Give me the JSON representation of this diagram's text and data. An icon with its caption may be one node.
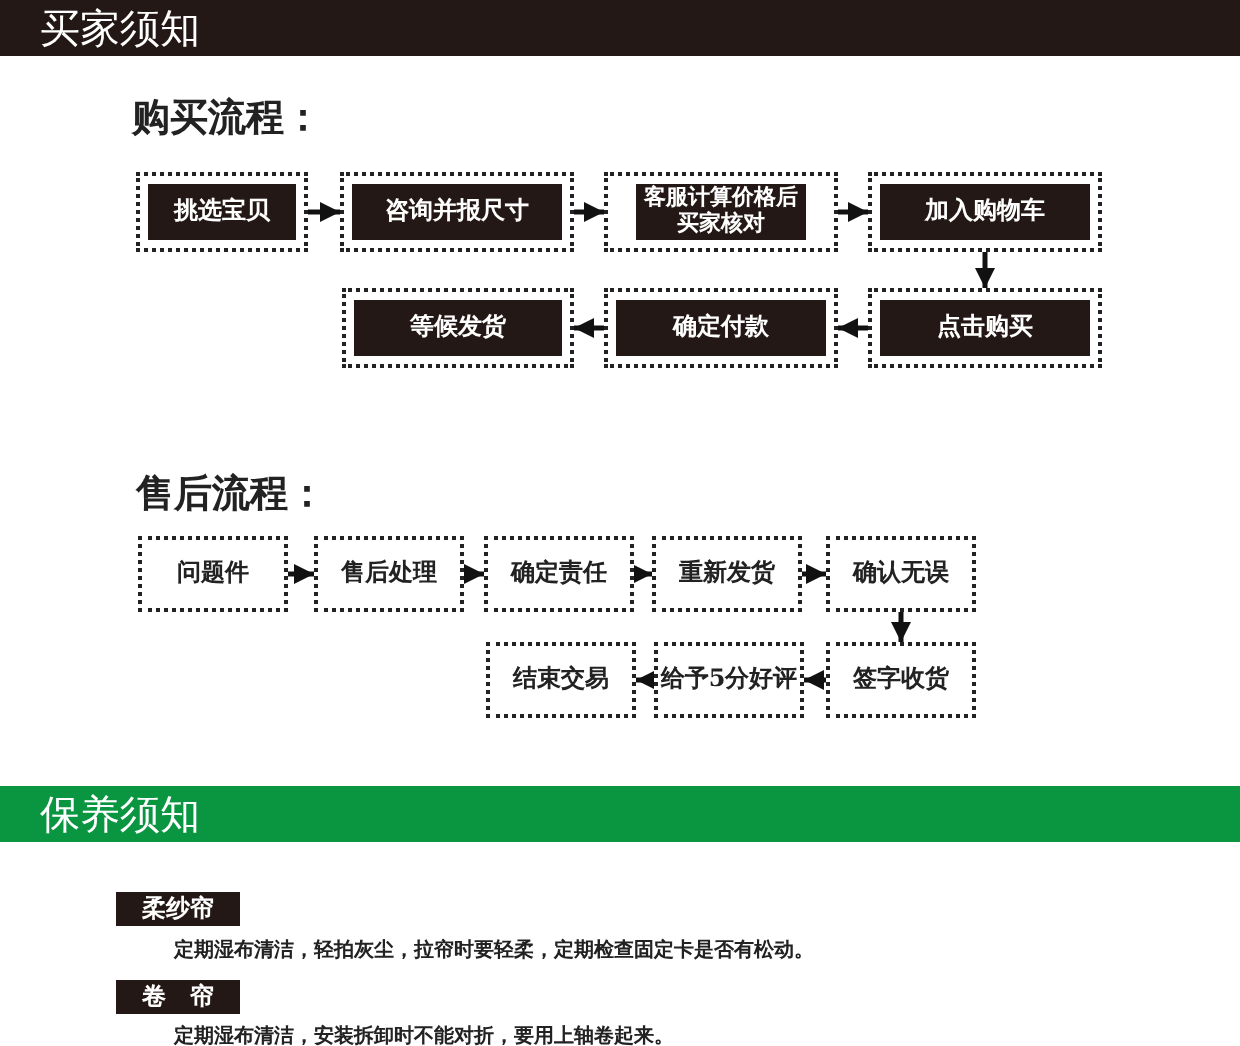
{
  "diagram": {
    "nodes": [
      {
        "text": [
          "挑选宝贝"
        ]
      },
      {
        "text": [
          "咨询并报尺寸"
        ]
      },
      {
        "text": [
          "客服计算价格后买家核对"
        ]
      },
      {
        "text": [
          "加入购物车"
        ]
      },
      {
        "text": [
          "等候发货"
        ]
      },
      {
        "text": [
          "确定付款"
        ]
      },
      {
        "text": [
          "点击购买"
        ]
      },
      {
        "text": [
          "问题件"
        ]
      },
      {
        "text": [
          "售后处理"
        ]
      },
      {
        "text": [
          "确定责任"
        ]
      },
      {
        "text": [
          "重新发货"
        ]
      },
      {
        "text": [
          "确认无误"
        ]
      },
      {
        "text": [
          "结束交易"
        ]
      },
      {
        "text": [
          "给予5分好评"
        ]
      },
      {
        "text": [
          "签字收货"
        ]
      }
    ],
    "edges": [
      {
        "from": 0,
        "to": 1,
        "arrow": "to"
      },
      {
        "from": 1,
        "to": 2,
        "arrow": "to"
      },
      {
        "from": 2,
        "to": 3,
        "arrow": "to"
      },
      {
        "from": 3,
        "to": 6,
        "arrow": "to"
      },
      {
        "from": 6,
        "to": 5,
        "arrow": "to"
      },
      {
        "from": 5,
        "to": 4,
        "arrow": "to"
      },
      {
        "from": 7,
        "to": 8,
        "arrow": "to"
      },
      {
        "from": 8,
        "to": 9,
        "arrow": "to"
      },
      {
        "from": 9,
        "to": 10,
        "arrow": "to"
      },
      {
        "from": 10,
        "to": 11,
        "arrow": "to"
      },
      {
        "from": 11,
        "to": 14,
        "arrow": "to"
      },
      {
        "from": 14,
        "to": 13,
        "arrow": "to"
      },
      {
        "from": 13,
        "to": 12,
        "arrow": "to"
      }
    ],
    "labels": [
      "买家须知",
      "购买流程：",
      "售后流程：",
      "保养须知",
      "柔纱帘",
      "定期湿布清洁，轻拍灰尘，拉帘时要轻柔，定期检查固定卡是否有松动。",
      "卷　帘",
      "定期湿布清洁，安装拆卸时不能对折，要用上轴卷起来。"
    ]
  }
}
